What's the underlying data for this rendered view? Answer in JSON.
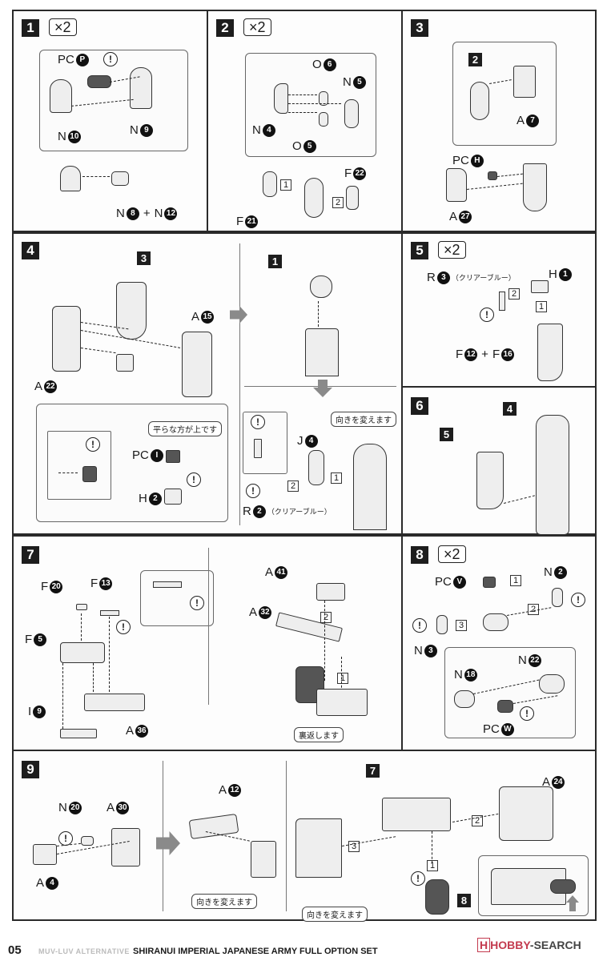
{
  "steps": [
    {
      "number": "1",
      "multiplier": "×2",
      "labels": [
        {
          "prefix": "PC",
          "code": "P"
        },
        {
          "prefix": "N",
          "code": "10"
        },
        {
          "prefix": "N",
          "code": "9"
        },
        {
          "prefix": "N",
          "code": "8"
        },
        {
          "prefix": "N",
          "code": "12"
        }
      ],
      "join": "+"
    },
    {
      "number": "2",
      "multiplier": "×2",
      "labels": [
        {
          "prefix": "O",
          "code": "6"
        },
        {
          "prefix": "N",
          "code": "5"
        },
        {
          "prefix": "N",
          "code": "4"
        },
        {
          "prefix": "O",
          "code": "5"
        },
        {
          "prefix": "F",
          "code": "22"
        },
        {
          "prefix": "F",
          "code": "21"
        }
      ],
      "order": [
        "1",
        "2"
      ]
    },
    {
      "number": "3",
      "ref": "2",
      "labels": [
        {
          "prefix": "A",
          "code": "7"
        },
        {
          "prefix": "PC",
          "code": "H"
        },
        {
          "prefix": "A",
          "code": "27"
        }
      ]
    },
    {
      "number": "4",
      "refs": [
        "3",
        "1"
      ],
      "labels": [
        {
          "prefix": "A",
          "code": "15"
        },
        {
          "prefix": "A",
          "code": "22"
        },
        {
          "prefix": "PC",
          "code": "I"
        },
        {
          "prefix": "H",
          "code": "2"
        },
        {
          "prefix": "J",
          "code": "4"
        },
        {
          "prefix": "R",
          "code": "2"
        }
      ],
      "notes": {
        "flat_side_up": "平らな方が上です",
        "change_direction": "向きを変えます",
        "clear_blue": "（クリアーブルー）"
      },
      "order": [
        "2",
        "1"
      ]
    },
    {
      "number": "5",
      "multiplier": "×2",
      "labels": [
        {
          "prefix": "R",
          "code": "3"
        },
        {
          "prefix": "H",
          "code": "1"
        },
        {
          "prefix": "F",
          "code": "12"
        },
        {
          "prefix": "F",
          "code": "16"
        }
      ],
      "notes": {
        "clear_blue": "（クリアーブルー）"
      },
      "order": [
        "2",
        "1"
      ],
      "join": "+"
    },
    {
      "number": "6",
      "refs": [
        "4",
        "5"
      ]
    },
    {
      "number": "7",
      "labels": [
        {
          "prefix": "F",
          "code": "20"
        },
        {
          "prefix": "F",
          "code": "13"
        },
        {
          "prefix": "F",
          "code": "5"
        },
        {
          "prefix": "I",
          "code": "9"
        },
        {
          "prefix": "A",
          "code": "36"
        },
        {
          "prefix": "A",
          "code": "41"
        },
        {
          "prefix": "A",
          "code": "32"
        }
      ],
      "notes": {
        "flip_over": "裏返します"
      },
      "order": [
        "2",
        "1"
      ]
    },
    {
      "number": "8",
      "multiplier": "×2",
      "labels": [
        {
          "prefix": "PC",
          "code": "V"
        },
        {
          "prefix": "N",
          "code": "2"
        },
        {
          "prefix": "N",
          "code": "3"
        },
        {
          "prefix": "N",
          "code": "18"
        },
        {
          "prefix": "N",
          "code": "22"
        },
        {
          "prefix": "PC",
          "code": "W"
        }
      ],
      "order": [
        "1",
        "2",
        "3"
      ]
    },
    {
      "number": "9",
      "refs": [
        "7",
        "8"
      ],
      "labels": [
        {
          "prefix": "N",
          "code": "20"
        },
        {
          "prefix": "A",
          "code": "30"
        },
        {
          "prefix": "A",
          "code": "4"
        },
        {
          "prefix": "A",
          "code": "12"
        },
        {
          "prefix": "A",
          "code": "24"
        }
      ],
      "notes": {
        "change_direction": "向きを変えます"
      },
      "order": [
        "3",
        "2",
        "1"
      ]
    }
  ],
  "warning_glyph": "!",
  "footer": {
    "page_number": "05",
    "series": "MUV-LUV ALTERNATIVE",
    "title": "SHIRANUI IMPERIAL JAPANESE ARMY FULL OPTION SET"
  },
  "watermark": {
    "logo_mark": "H",
    "brand_a": "HOBBY",
    "brand_b": "-SEARCH"
  },
  "colors": {
    "ink": "#1d1d1d",
    "part_grey": "#555555",
    "arrow_grey": "#8a8a8a",
    "watermark_red": "#c33b4f"
  }
}
